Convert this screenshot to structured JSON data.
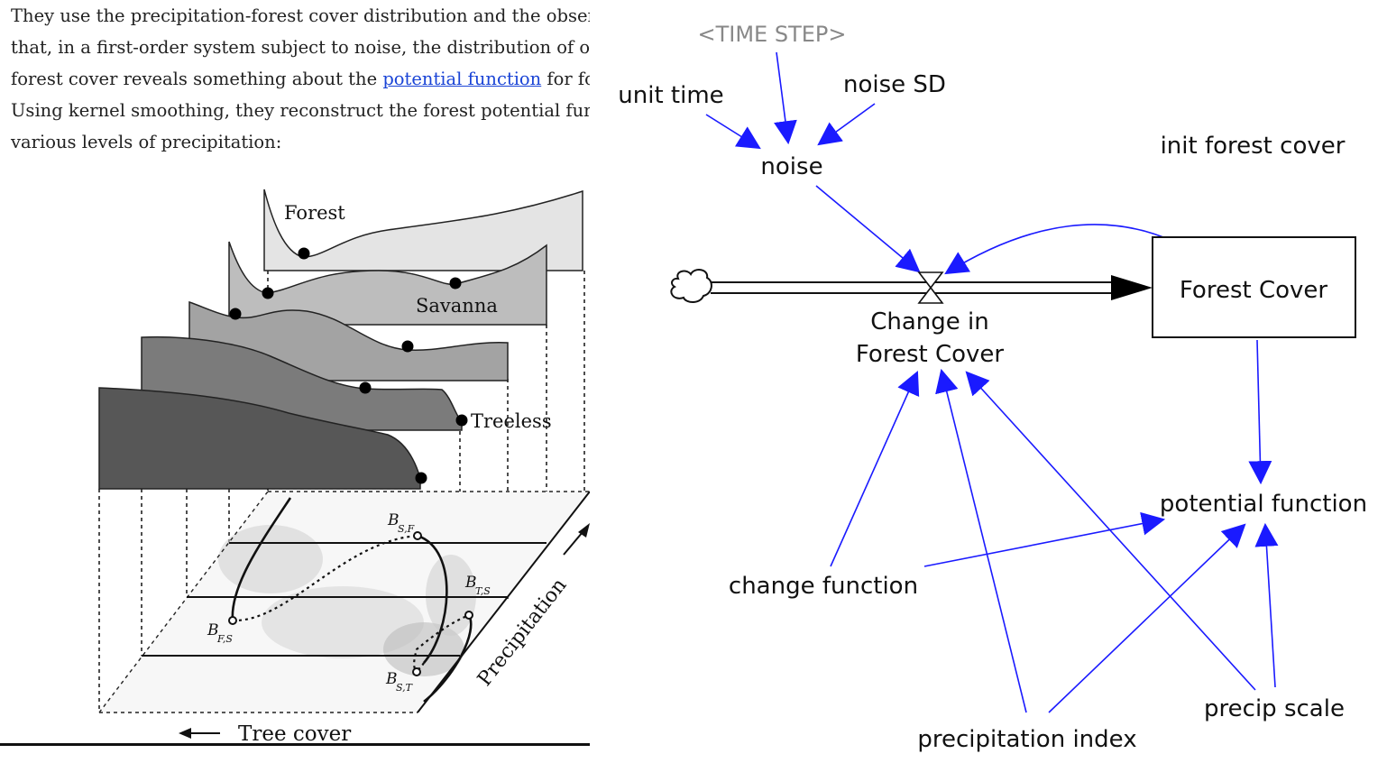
{
  "article": {
    "lines": [
      {
        "text": "They use the precipitation-forest cover distribution and the obser"
      },
      {
        "text": "that, in a first-order system subject to noise, the distribution of o"
      },
      {
        "before": "forest cover reveals something about the ",
        "link": "potential function",
        "after": " for fo"
      },
      {
        "text": "Using kernel smoothing, they reconstruct the forest potential fun"
      },
      {
        "text": "various levels of precipitation:"
      }
    ]
  },
  "figure": {
    "labels": {
      "forest": "Forest",
      "savanna": "Savanna",
      "treeless": "Treeless",
      "precipitation": "Precipitation",
      "tree_cover": "Tree cover",
      "b_sf": "B",
      "b_sf_sub": "S,F",
      "b_ts": "B",
      "b_ts_sub": "T,S",
      "b_fs": "B",
      "b_fs_sub": "F,S",
      "b_st": "B",
      "b_st_sub": "S,T"
    },
    "colors": {
      "layer1": "#e4e4e4",
      "layer2": "#bdbdbd",
      "layer3": "#a3a3a3",
      "layer4": "#7b7b7b",
      "layer5": "#575757"
    }
  },
  "sfd": {
    "labels": {
      "time_step": "<TIME STEP>",
      "unit_time": "unit time",
      "noise_sd": "noise SD",
      "noise": "noise",
      "init_forest_cover": "init forest cover",
      "stock": "Forest Cover",
      "flow_line1": "Change in",
      "flow_line2": "Forest Cover",
      "potential_function": "potential function",
      "change_function": "change function",
      "precip_scale": "precip scale",
      "precipitation_index": "precipitation index"
    },
    "colors": {
      "link": "#1a1aff",
      "text": "#111111",
      "shadow_text": "#888888"
    }
  }
}
